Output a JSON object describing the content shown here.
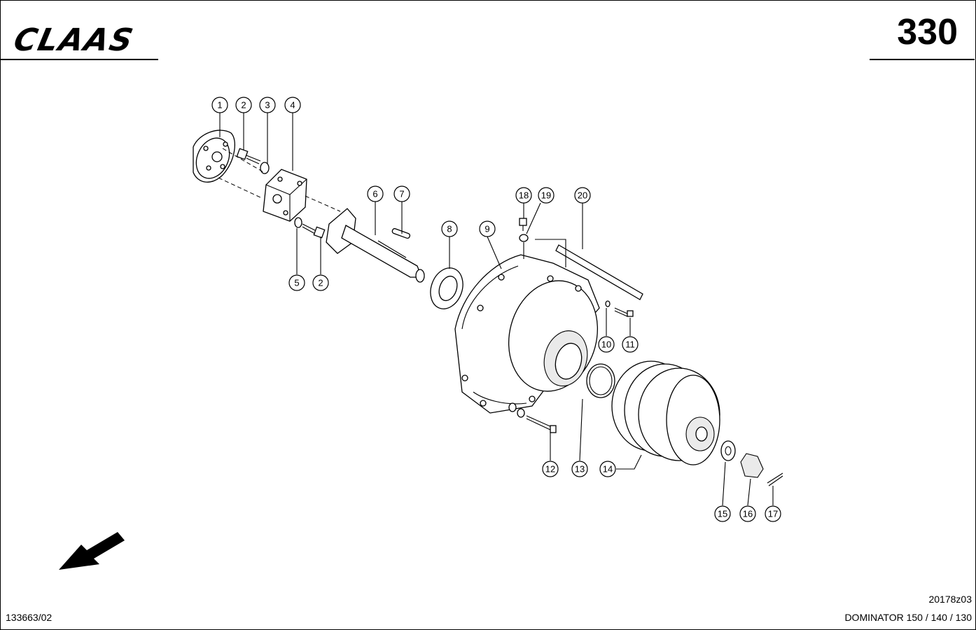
{
  "header": {
    "brand": "CLAAS",
    "page_number": "330"
  },
  "footer": {
    "doc_code": "133663/02",
    "drawing_id": "20178z03",
    "model": "DOMINATOR 150 / 140 / 130"
  },
  "icons": {
    "direction_arrow": "arrow-down-left-icon"
  },
  "callouts": [
    {
      "id": "c1",
      "label": "1"
    },
    {
      "id": "c2a",
      "label": "2"
    },
    {
      "id": "c3",
      "label": "3"
    },
    {
      "id": "c4",
      "label": "4"
    },
    {
      "id": "c5",
      "label": "5"
    },
    {
      "id": "c2b",
      "label": "2"
    },
    {
      "id": "c6",
      "label": "6"
    },
    {
      "id": "c7",
      "label": "7"
    },
    {
      "id": "c8",
      "label": "8"
    },
    {
      "id": "c9",
      "label": "9"
    },
    {
      "id": "c18",
      "label": "18"
    },
    {
      "id": "c19",
      "label": "19"
    },
    {
      "id": "c20",
      "label": "20"
    },
    {
      "id": "c10",
      "label": "10"
    },
    {
      "id": "c11",
      "label": "11"
    },
    {
      "id": "c12",
      "label": "12"
    },
    {
      "id": "c13",
      "label": "13"
    },
    {
      "id": "c14",
      "label": "14"
    },
    {
      "id": "c15",
      "label": "15"
    },
    {
      "id": "c16",
      "label": "16"
    },
    {
      "id": "c17",
      "label": "17"
    }
  ]
}
